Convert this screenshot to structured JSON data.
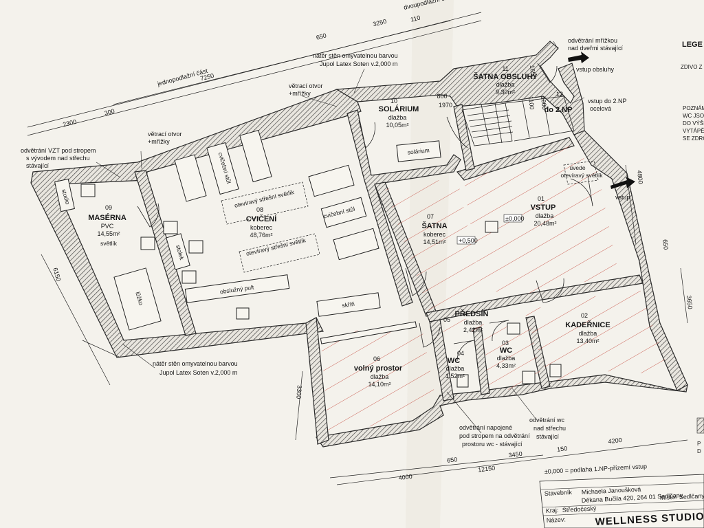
{
  "rooms": [
    {
      "num": "01",
      "name": "VSTUP",
      "material": "dlažba",
      "area": "20,48m²"
    },
    {
      "num": "02",
      "name": "KADEŘNICE",
      "material": "dlažba",
      "area": "13,40m²"
    },
    {
      "num": "03",
      "name": "WC",
      "material": "dlažba",
      "area": "4,33m²"
    },
    {
      "num": "04",
      "name": "WC",
      "material": "dlažba",
      "area": "1,52m²"
    },
    {
      "num": "05",
      "name": "PŘEDSÍŇ",
      "material": "dlažba",
      "area": "2,42m²"
    },
    {
      "num": "06",
      "name": "volný prostor",
      "material": "dlažba",
      "area": "14,10m²"
    },
    {
      "num": "07",
      "name": "ŠATNA",
      "material": "koberec",
      "area": "14,51m²"
    },
    {
      "num": "08",
      "name": "CVIČENÍ",
      "material": "koberec",
      "area": "48,76m²"
    },
    {
      "num": "09",
      "name": "MASÉRNA",
      "material": "PVC",
      "area": "14,55m²"
    },
    {
      "num": "10",
      "name": "SOLÁRIUM",
      "material": "dlažba",
      "area": "10,05m²"
    },
    {
      "num": "11",
      "name": "ŠATNA OBSLUHY",
      "material": "dlažba",
      "area": "9,30m²"
    },
    {
      "num": "12",
      "name": "do 2.NP",
      "material": "",
      "area": ""
    }
  ],
  "notes": {
    "vzt": [
      "odvětrání VZT pod stropem",
      "s vývodem nad střechu",
      "stávající"
    ],
    "vetraci_otvor_1": [
      "větrací otvor",
      "+mřížky"
    ],
    "vetraci_otvor_2": [
      "větrací otvor",
      "+mřížky"
    ],
    "nater_top": [
      "nátěr stěn omyvatelnou barvou",
      "Jupol Latex Soten v.2,000 m"
    ],
    "nater_bottom": [
      "nátěr stěn omyvatelnou barvou",
      "Jupol Latex Soten v.2,000 m"
    ],
    "odvetrani_mrizka": [
      "odvětrání mřížkou",
      "nad dveřmi stávající"
    ],
    "vstup_obsluhy": "vstup obsluhy",
    "vstup_2np": [
      "vstup do 2.NP",
      "ocelová"
    ],
    "vstup": "vstup",
    "odvetrani_napojene": [
      "odvětrání napojené",
      "pod stropem na odvětrání",
      "prostoru wc - stávající"
    ],
    "odvetrani_wc": [
      "odvětrání wc",
      "nad střechu",
      "stávající"
    ],
    "svetliky": [
      "otevíravý střešní světlík",
      "otevíravý střešní světlík"
    ],
    "nad_svetlik": [
      "úvede",
      "otevíravý světlík"
    ],
    "jednopodlazni": "jednopodlažní část",
    "dvoupodlazni": "dvoupodlažní část"
  },
  "labels": {
    "studia": "studio",
    "cviceni_stul_1": "cvičební stůl",
    "cviceni_stul_2": "cvičební stůl",
    "obsluzny_pult": "obslužný pult",
    "skrin": "skříň",
    "lehatko": "lůžko",
    "solarium": "solárium",
    "stolek": "stolek",
    "svetlik_small": "světlík"
  },
  "dimensions": {
    "d7250": "7250",
    "d650a": "650",
    "d3250": "3250",
    "d110": "110",
    "d2300": "2300",
    "d300": "300",
    "d6150": "6150",
    "d3300": "3300",
    "d4000": "4000",
    "d650b": "650",
    "d3450": "3450",
    "d150": "150",
    "d4200": "4200",
    "d12150": "12150",
    "d4800": "4800",
    "d650c": "650",
    "d3650": "3650",
    "d800": "800",
    "d1970": "1970",
    "d1650": "1650",
    "d1100": "1100",
    "d1000": "1000"
  },
  "levels": {
    "plus0000": "±0,000",
    "plus0500": "+0,500"
  },
  "title_block": {
    "zero_line": "±0,000 = podlaha 1.NP-přízemí vstup",
    "stavebnik_label": "Stavebník",
    "stavebnik": "Michaela Janoušková",
    "address": "Děkana Bučila 420,  264 01 Sedlčany",
    "misto_label": "Místo:",
    "misto": "Sedlčany",
    "kraj_label": "Kraj:",
    "kraj": "Středočeský",
    "nazev_label": "Název:",
    "nazev": "WELLNESS STUDIO"
  },
  "legend": {
    "title": "LEGE",
    "line1": "ZDIVO Z",
    "poznamka": [
      "POZNÁMK",
      "WC JSOU",
      "DO VÝŠK",
      "VYTÁPĚN",
      "SE ZDRO"
    ],
    "side": [
      "P",
      "D"
    ]
  },
  "colors": {
    "paper": "#f4f2ec",
    "ink": "#1a1a1a",
    "hatch": "#c0392b",
    "wall": "#4a4a4a"
  }
}
